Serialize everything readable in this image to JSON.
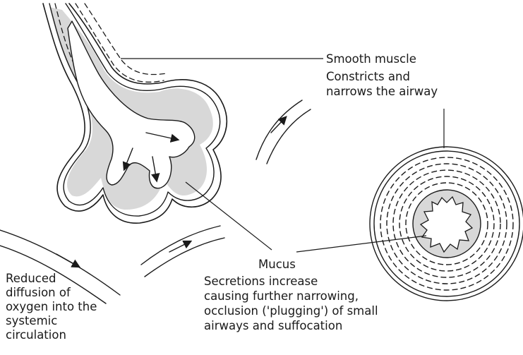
{
  "labels": {
    "smooth_muscle": {
      "title": "Smooth muscle",
      "desc_lines": [
        "Constricts and",
        "narrows the airway"
      ]
    },
    "mucus": {
      "title": "Mucus",
      "desc_lines": [
        "Secretions increase",
        "causing further narrowing,",
        "occlusion ('plugging') of small",
        "airways and suffocation"
      ]
    },
    "reduced_diffusion": {
      "lines": [
        "Reduced",
        "diffusion of",
        "oxygen into the",
        "systemic",
        "circulation"
      ]
    }
  },
  "colors": {
    "ink": "#1a1a1a",
    "mucus_fill": "#d8d8d8",
    "background": "#ffffff"
  }
}
